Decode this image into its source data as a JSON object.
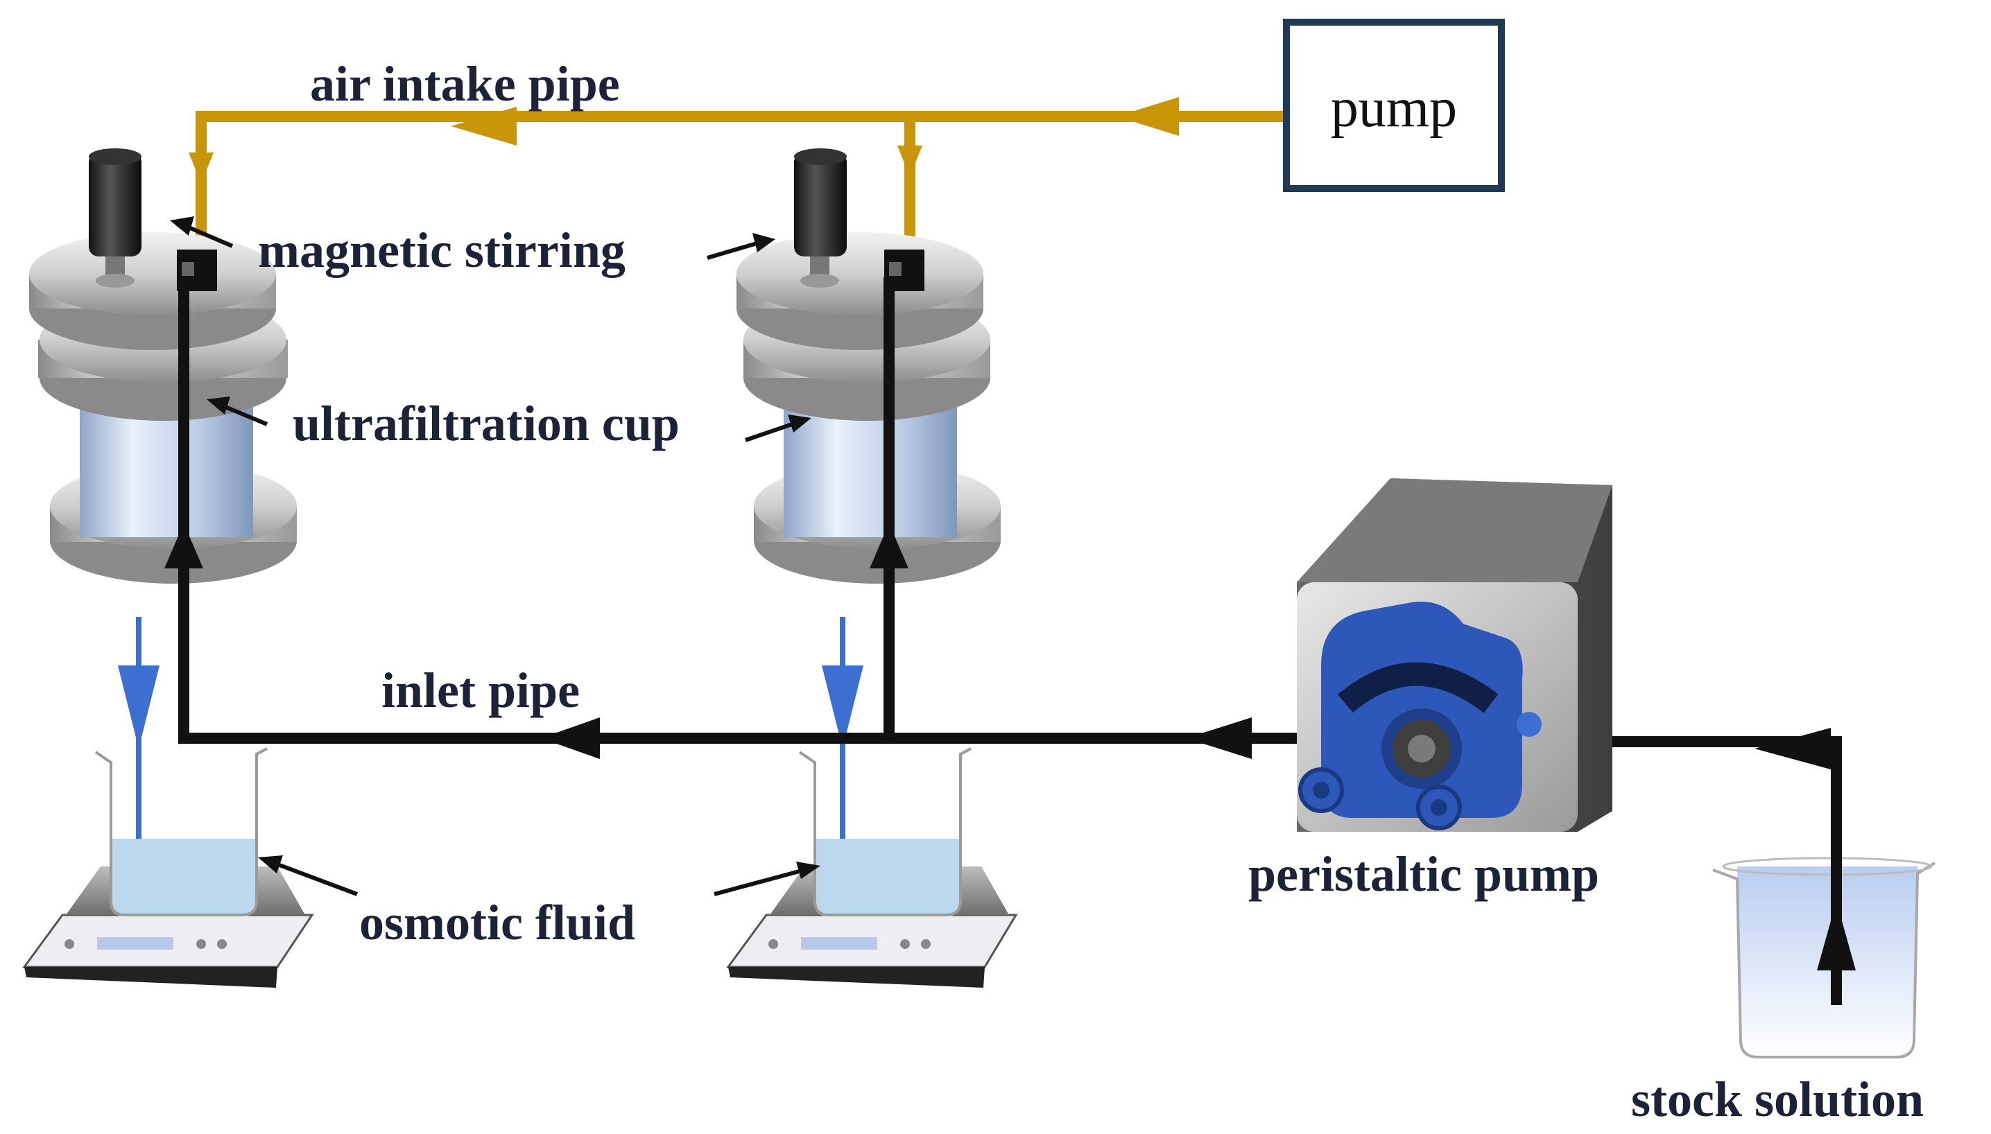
{
  "labels": {
    "air_intake_pipe": "air intake pipe",
    "pump": "pump",
    "magnetic_stirring": "magnetic stirring",
    "ultrafiltration_cup": "ultrafiltration cup",
    "inlet_pipe": "inlet pipe",
    "peristaltic_pump": "peristaltic pump",
    "osmotic_fluid": "osmotic fluid",
    "stock_solution": "stock solution"
  },
  "colors": {
    "air_pipe": "#c9960a",
    "inlet_pipe": "#111111",
    "permeate_arrow": "#3d6fd0",
    "pump_box_border": "#1f3a52",
    "pump_head": "#2d57b8",
    "label_text": "#1c2238"
  }
}
